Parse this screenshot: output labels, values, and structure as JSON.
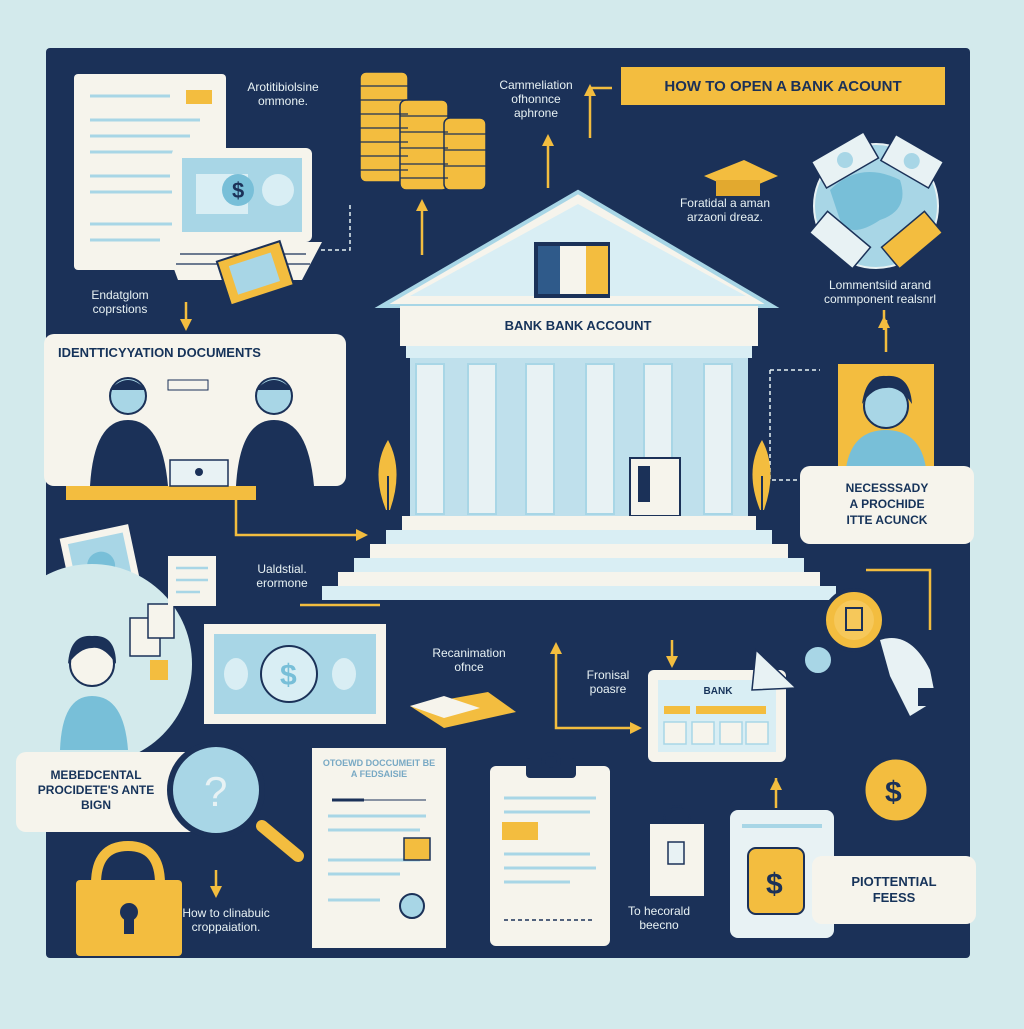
{
  "title": "HOW TO OPEN A BANK ACOUNT",
  "building_sign": "BANK BANK ACCOUNT",
  "panels": {
    "identification": "IDENTTICYYATION DOCUMENTS",
    "necessary": [
      "NECESSSADY",
      "A PROCHIDE",
      "ITTE ACUNCK"
    ],
    "credential": [
      "MEBEDCENTAL",
      "PROCIDETE'S ANTE",
      "BIGN"
    ],
    "fees": [
      "PIOTTENTIAL",
      "FEESS"
    ]
  },
  "labels": {
    "top_left": [
      "Arotitibiolsine",
      "ommone."
    ],
    "top_center": [
      "Cammeliation",
      "ofhonnce",
      "aphrone"
    ],
    "upper_left": [
      "Endatglom",
      "coprstions"
    ],
    "right_middle": [
      "Foratidal a aman",
      "arzaoni dreaz."
    ],
    "right_upper": [
      "Lommentsiid arand",
      "commponent realsnrl"
    ],
    "left_middle": [
      "Ualdstial.",
      "erormone"
    ],
    "center_low": [
      "Recanimation",
      "ofnce"
    ],
    "center_right_low": [
      "Fronisal",
      "poasre"
    ],
    "bottom_left": [
      "How to clinabuic",
      "croppaiation."
    ],
    "bottom_right": [
      "To hecorald",
      "beecno"
    ],
    "doc_header": [
      "OTOEWD DOCCUMEIT BE",
      "A FEDSAISIE"
    ],
    "form_bank": "BANK"
  },
  "colors": {
    "background": "#d3eaec",
    "navy": "#1b3158",
    "yellow": "#f3bd3f",
    "light_blue": "#a8d6e6"
  }
}
